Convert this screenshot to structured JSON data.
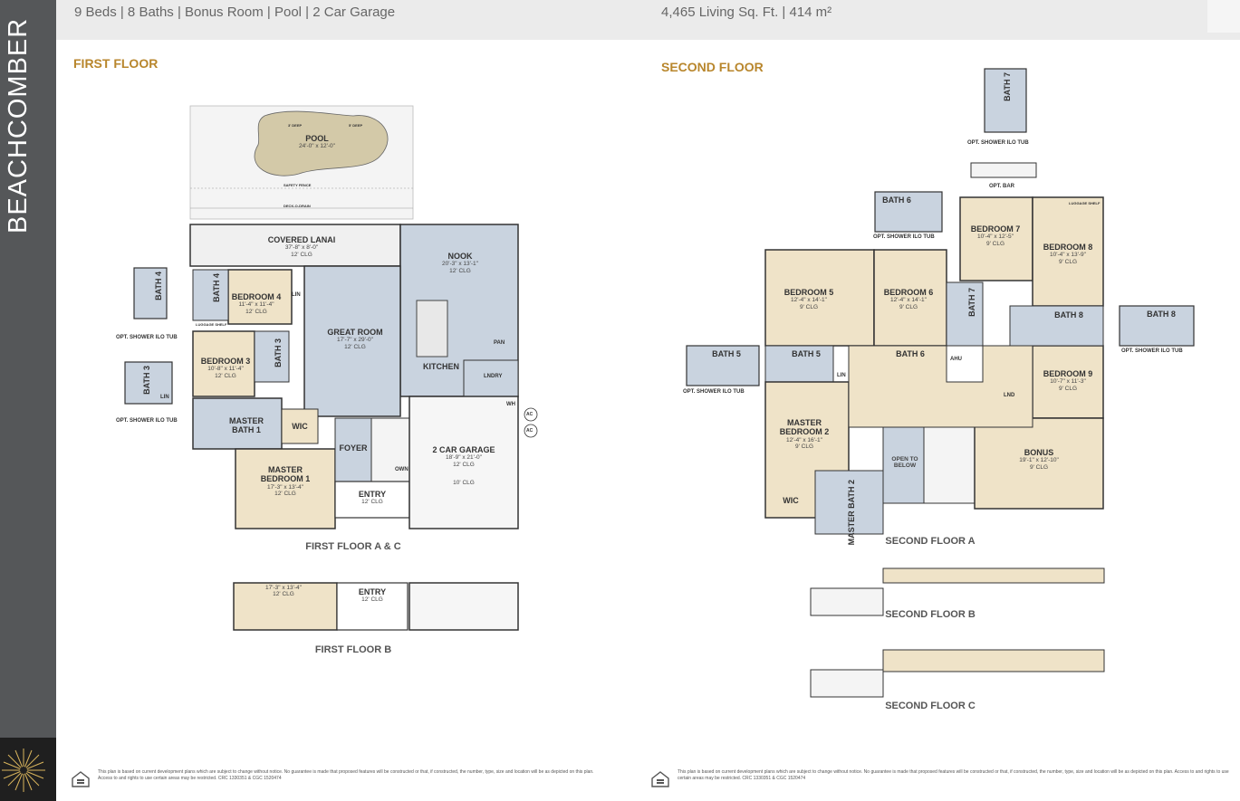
{
  "sidebar": {
    "title": "BEACHCOMBER"
  },
  "header": {
    "specs": "9 Beds | 8 Baths | Bonus Room | Pool | 2 Car Garage",
    "sqft": "4,465 Living Sq. Ft. | 414 m²"
  },
  "first_floor": {
    "title": "FIRST FLOOR",
    "caption_ac": "FIRST FLOOR A & C",
    "caption_b": "FIRST FLOOR B",
    "rooms": {
      "pool": {
        "name": "POOL",
        "dims": "24'-0\" x 12'-0\""
      },
      "pool_deep_a": "3' DEEP",
      "pool_deep_b": "5' DEEP",
      "safety_fence": "SAFETY FENCE",
      "deck_o_drain": "DECK-O-DRAIN",
      "lanai": {
        "name": "COVERED LANAI",
        "dims": "37'-8\" x 8'-0\"",
        "clg": "12' CLG"
      },
      "nook": {
        "name": "NOOK",
        "dims": "20'-3\" x 13'-1\"",
        "clg": "12' CLG"
      },
      "bedroom4": {
        "name": "BEDROOM 4",
        "dims": "11'-4\" x 11'-4\"",
        "clg": "12' CLG"
      },
      "bath4": "BATH 4",
      "great_room": {
        "name": "GREAT ROOM",
        "dims": "17'-7\" x 29'-0\"",
        "clg": "12' CLG"
      },
      "kitchen": "KITCHEN",
      "bedroom3": {
        "name": "BEDROOM 3",
        "dims": "10'-8\" x 11'-4\"",
        "clg": "12' CLG"
      },
      "bath3": "BATH 3",
      "master_bath1": "MASTER BATH 1",
      "wic": "WIC",
      "foyer": "FOYER",
      "master_bedroom1": {
        "name": "MASTER BEDROOM 1",
        "dims": "17'-3\" x 13'-4\"",
        "clg": "12' CLG"
      },
      "entry": {
        "name": "ENTRY",
        "clg": "12' CLG"
      },
      "garage": {
        "name": "2 CAR GARAGE",
        "dims": "18'-9\" x 21'-0\"",
        "clg": "12' CLG",
        "clg2": "10' CLG"
      },
      "lndry": "LNDRY",
      "pan": "PAN",
      "lin": "LIN",
      "own": "OWN",
      "wh": "WH",
      "ac": "AC",
      "luggage_shelf": "LUGGAGE SHELF"
    },
    "opt_bath4": "OPT. SHOWER ILO TUB",
    "opt_bath3": "OPT. SHOWER ILO TUB",
    "b_master": {
      "dims": "17'-3\" x 13'-4\"",
      "clg": "12' CLG"
    },
    "b_entry": {
      "name": "ENTRY",
      "clg": "12' CLG"
    }
  },
  "second_floor": {
    "title": "SECOND FLOOR",
    "caption_a": "SECOND FLOOR A",
    "caption_b": "SECOND FLOOR B",
    "caption_c": "SECOND FLOOR C",
    "rooms": {
      "bedroom5": {
        "name": "BEDROOM 5",
        "dims": "12'-4\" x 14'-1\"",
        "clg": "9' CLG"
      },
      "bedroom6": {
        "name": "BEDROOM 6",
        "dims": "12'-4\" x 14'-1\"",
        "clg": "9' CLG"
      },
      "bedroom7": {
        "name": "BEDROOM 7",
        "dims": "10'-4\" x 12'-5\"",
        "clg": "9' CLG"
      },
      "bedroom8": {
        "name": "BEDROOM 8",
        "dims": "10'-4\" x 13'-9\"",
        "clg": "9' CLG"
      },
      "bedroom9": {
        "name": "BEDROOM 9",
        "dims": "10'-7\" x 11'-3\"",
        "clg": "9' CLG"
      },
      "master_bedroom2": {
        "name": "MASTER BEDROOM 2",
        "dims": "12'-4\" x 16'-1\"",
        "clg": "9' CLG"
      },
      "bonus": {
        "name": "BONUS",
        "dims": "19'-1\" x 12'-10\"",
        "clg": "9' CLG"
      },
      "open_to_below": "OPEN TO BELOW",
      "bath5": "BATH 5",
      "bath6": "BATH 6",
      "bath7": "BATH 7",
      "bath8": "BATH 8",
      "master_bath2": "MASTER BATH 2",
      "wic": "WIC",
      "lin": "LIN",
      "lnd": "LND",
      "ahu": "AHU",
      "luggage_shelf": "LUGGAGE SHELF"
    },
    "opt_bath7": "OPT. SHOWER ILO TUB",
    "opt_bar": "OPT. BAR",
    "opt_bath6": "OPT. SHOWER ILO TUB",
    "opt_bath5": "OPT. SHOWER ILO TUB",
    "opt_bath8": "OPT. SHOWER ILO TUB",
    "opt_bath6_name": "BATH 6",
    "opt_bath7_name": "BATH 7",
    "opt_bath5_name": "BATH 5",
    "opt_bath8_name": "BATH 8",
    "opt_bath4_name": "BATH 4",
    "opt_bath3_name": "BATH 3",
    "opt_lin": "LIN"
  },
  "footer": {
    "left": "This plan is based on current development plans which are subject to change without notice. No guarantee is made that proposed features will be constructed or that, if constructed, the number, type, size and location will be as depicted on this plan. Access to and rights to use certain areas may be restricted. CRC 1330351 & CGC 1520474",
    "right": "This plan is based on current development plans which are subject to change without notice. No guarantee is made that proposed features will be constructed or that, if constructed, the number, type, size and location will be as depicted on this plan. Access to and rights to use certain areas may be restricted. CRC 1330351 & CGC 1520474"
  },
  "colors": {
    "sidebar": "#555759",
    "header": "#ebebeb",
    "accent": "#b8862c",
    "carpet": "#efe3c8",
    "tile": "#c9d3df",
    "wall": "#333333"
  }
}
